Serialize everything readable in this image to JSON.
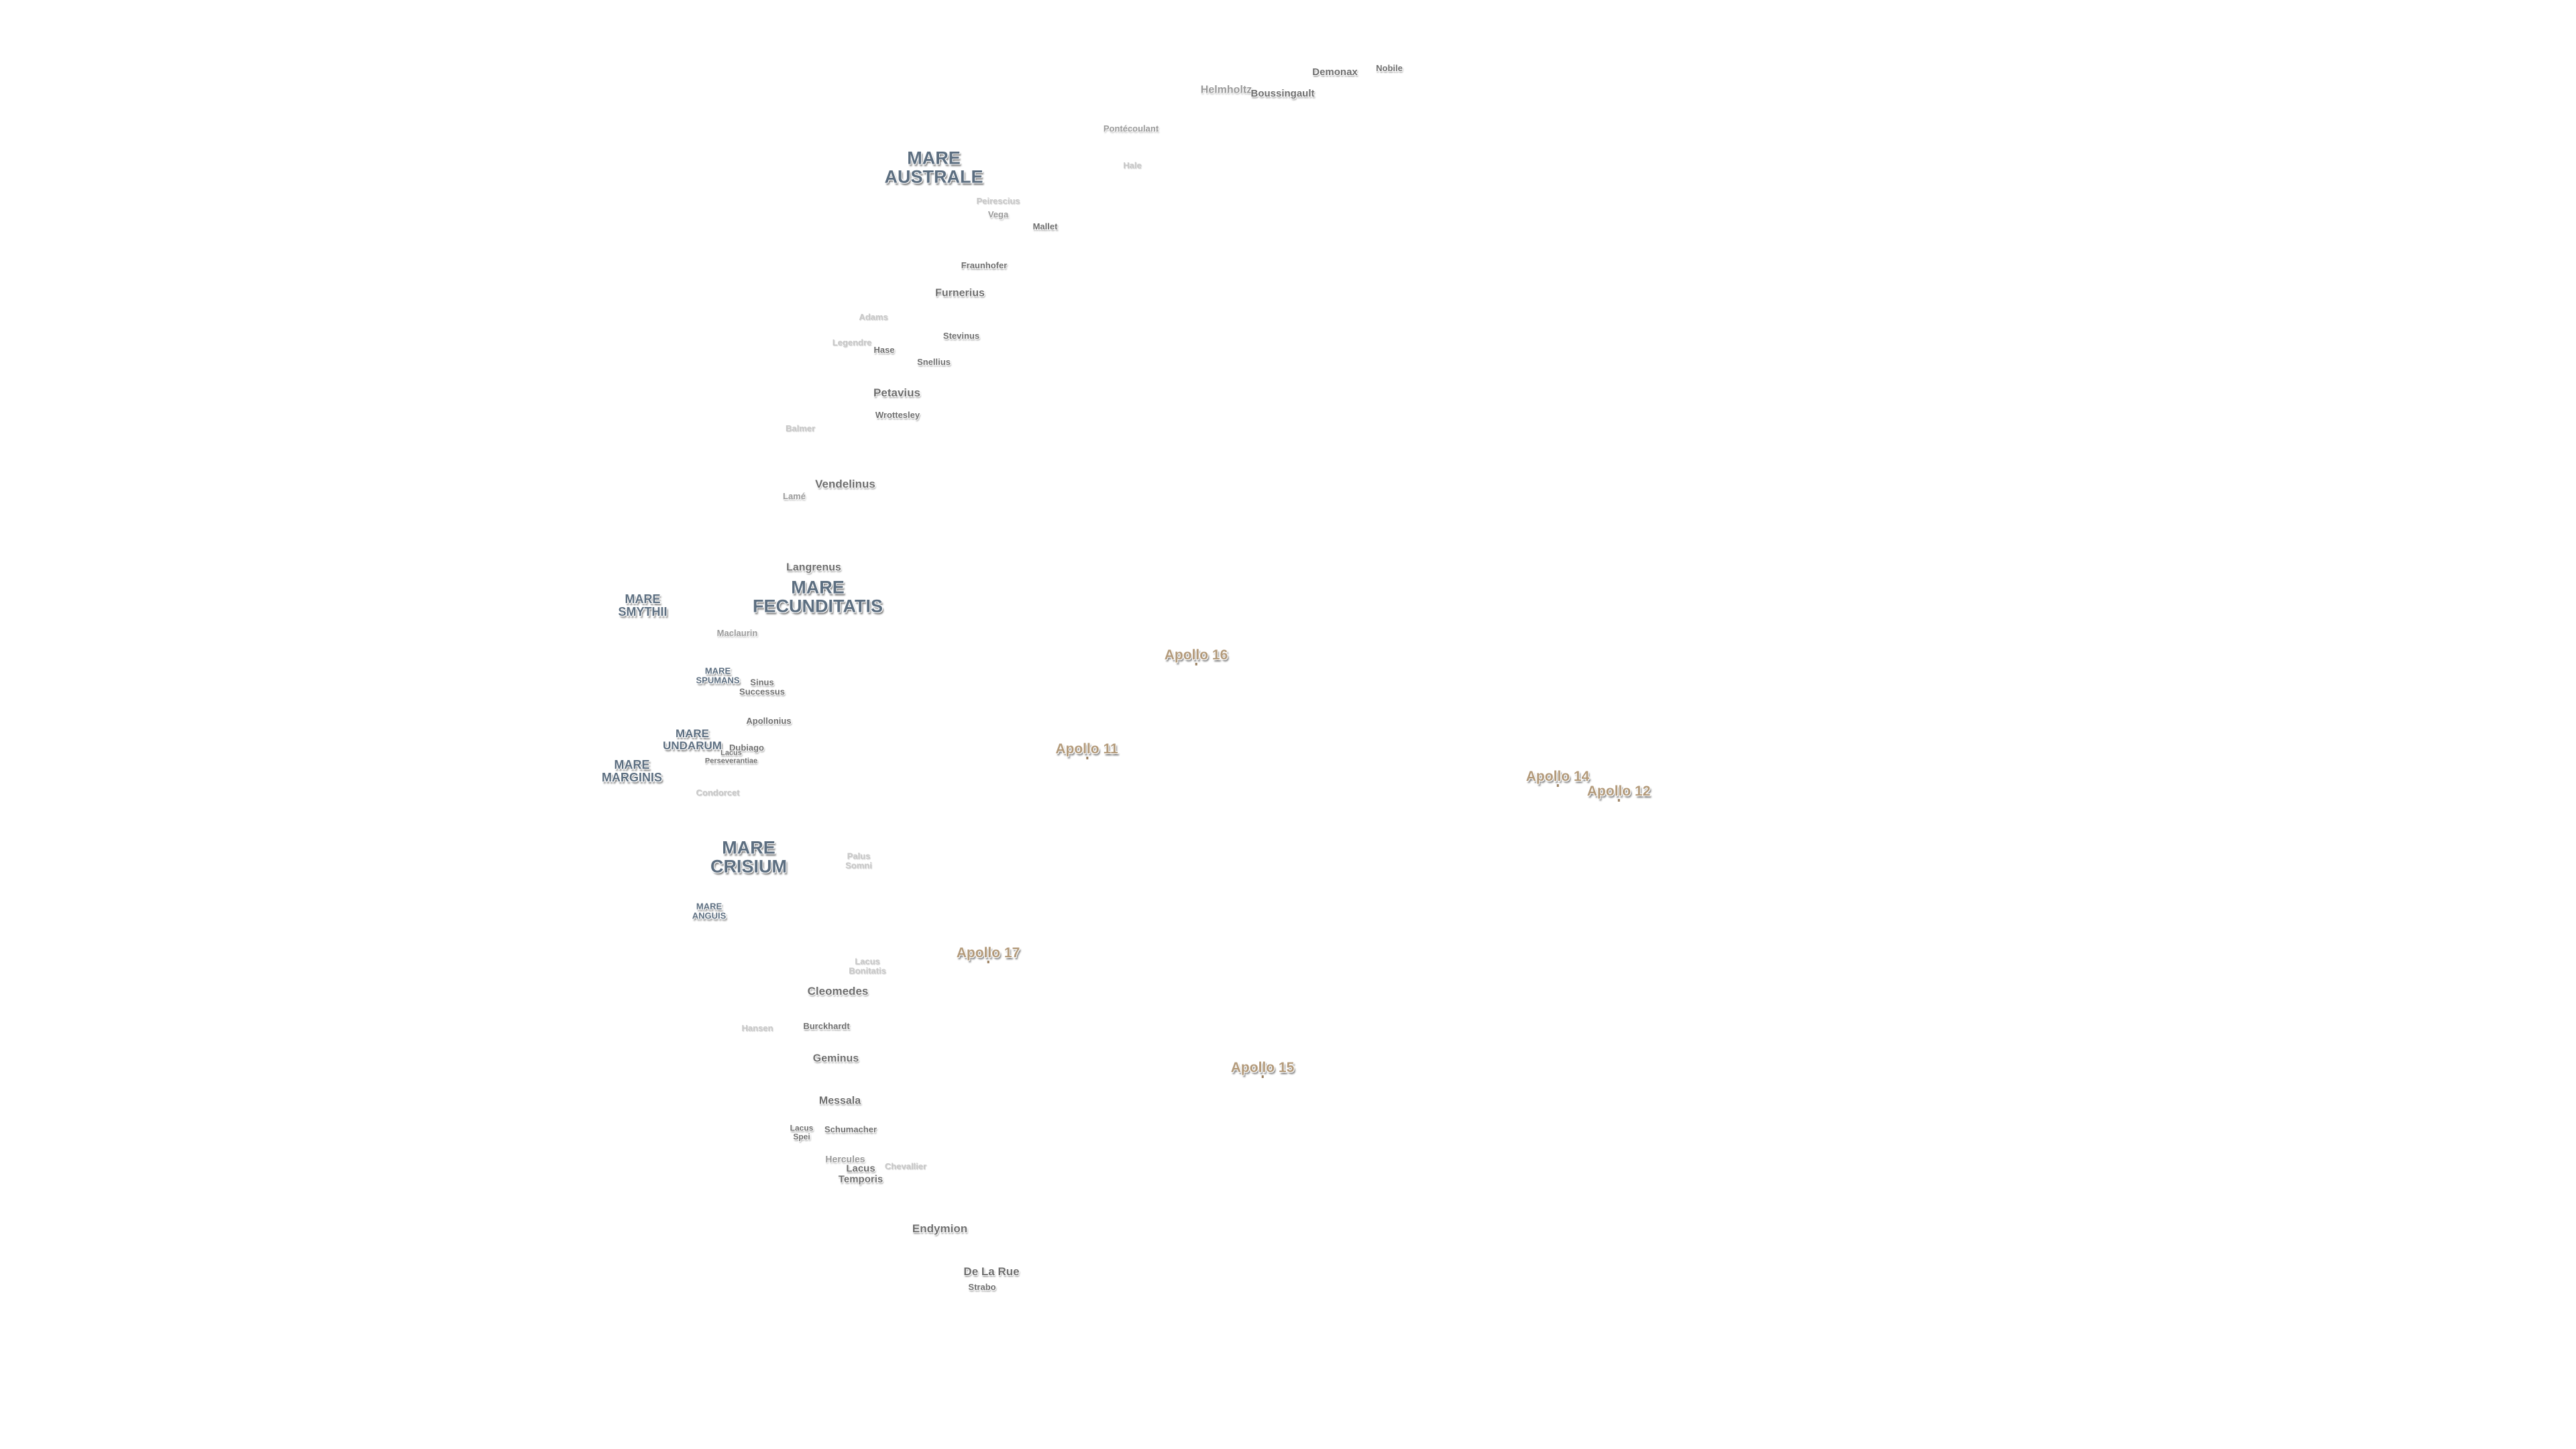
{
  "map": {
    "labels": [
      {
        "id": "mare-australe",
        "text": "MARE\nAUSTRALE",
        "kind": "mare"
      },
      {
        "id": "mare-fecunditatis",
        "text": "MARE\nFECUNDITATIS",
        "kind": "mare"
      },
      {
        "id": "mare-smythii",
        "text": "MARE\nSMYTHII",
        "kind": "mare-sm"
      },
      {
        "id": "mare-spumans",
        "text": "MARE\nSPUMANS",
        "kind": "mare-sm"
      },
      {
        "id": "mare-undarum",
        "text": "MARE\nUNDARUM",
        "kind": "mare-sm"
      },
      {
        "id": "mare-marginis",
        "text": "MARE\nMARGINIS",
        "kind": "mare-sm"
      },
      {
        "id": "mare-crisium",
        "text": "MARE\nCRISIUM",
        "kind": "mare"
      },
      {
        "id": "mare-anguis",
        "text": "MARE\nANGUIS",
        "kind": "mare-sm"
      },
      {
        "id": "demonax",
        "text": "Demonax",
        "kind": "crater-sm"
      },
      {
        "id": "nobile",
        "text": "Nobile",
        "kind": "crater-sm"
      },
      {
        "id": "helmholtz",
        "text": "Helmholtz",
        "kind": "crater-mid"
      },
      {
        "id": "boussingault",
        "text": "Boussingault",
        "kind": "crater-sm"
      },
      {
        "id": "pontecoulant",
        "text": "Pontécoulant",
        "kind": "crater-sm-mid"
      },
      {
        "id": "hale",
        "text": "Hale",
        "kind": "crater-faint"
      },
      {
        "id": "peirescius",
        "text": "Peirescius",
        "kind": "crater-faint"
      },
      {
        "id": "vega",
        "text": "Vega",
        "kind": "crater-sm-mid"
      },
      {
        "id": "mallet",
        "text": "Mallet",
        "kind": "crater-sm"
      },
      {
        "id": "fraunhofer",
        "text": "Fraunhofer",
        "kind": "crater-sm"
      },
      {
        "id": "furnerius",
        "text": "Furnerius",
        "kind": "crater"
      },
      {
        "id": "adams",
        "text": "Adams",
        "kind": "crater-faint"
      },
      {
        "id": "stevinus",
        "text": "Stevinus",
        "kind": "crater-sm"
      },
      {
        "id": "legendre",
        "text": "Legendre",
        "kind": "crater-faint"
      },
      {
        "id": "hase",
        "text": "Hase",
        "kind": "crater-sm"
      },
      {
        "id": "snellius",
        "text": "Snellius",
        "kind": "crater-sm"
      },
      {
        "id": "petavius",
        "text": "Petavius",
        "kind": "crater"
      },
      {
        "id": "wrottesley",
        "text": "Wrottesley",
        "kind": "crater-sm"
      },
      {
        "id": "balmer",
        "text": "Balmer",
        "kind": "crater-faint"
      },
      {
        "id": "vendelinus",
        "text": "Vendelinus",
        "kind": "crater"
      },
      {
        "id": "lame",
        "text": "Lamé",
        "kind": "crater-sm-mid"
      },
      {
        "id": "langrenus",
        "text": "Langrenus",
        "kind": "crater"
      },
      {
        "id": "maclaurin",
        "text": "Maclaurin",
        "kind": "crater-sm-mid"
      },
      {
        "id": "sinus-successus",
        "text": "Sinus\nSuccessus",
        "kind": "crater-sm"
      },
      {
        "id": "apollonius",
        "text": "Apollonius",
        "kind": "crater-sm"
      },
      {
        "id": "dubiago",
        "text": "Dubiago",
        "kind": "crater-sm"
      },
      {
        "id": "lacus-perseverantiae",
        "text": "Lacus\nPerseverantiae",
        "kind": "crater-sm"
      },
      {
        "id": "condorcet",
        "text": "Condorcet",
        "kind": "crater-faint"
      },
      {
        "id": "palus-somni",
        "text": "Palus\nSomni",
        "kind": "crater-faint"
      },
      {
        "id": "lacus-bonitatis",
        "text": "Lacus\nBonitatis",
        "kind": "crater-faint"
      },
      {
        "id": "cleomedes",
        "text": "Cleomedes",
        "kind": "crater"
      },
      {
        "id": "burckhardt",
        "text": "Burckhardt",
        "kind": "crater-sm"
      },
      {
        "id": "hansen",
        "text": "Hansen",
        "kind": "crater-faint"
      },
      {
        "id": "geminus",
        "text": "Geminus",
        "kind": "crater"
      },
      {
        "id": "messala",
        "text": "Messala",
        "kind": "crater"
      },
      {
        "id": "lacus-spei",
        "text": "Lacus\nSpei",
        "kind": "crater-sm"
      },
      {
        "id": "schumacher",
        "text": "Schumacher",
        "kind": "crater-sm"
      },
      {
        "id": "hercules",
        "text": "Hercules",
        "kind": "crater-mid"
      },
      {
        "id": "lacus-temporis",
        "text": "Lacus\nTemporis",
        "kind": "crater"
      },
      {
        "id": "chevallier",
        "text": "Chevallier",
        "kind": "crater-faint"
      },
      {
        "id": "endymion",
        "text": "Endymion",
        "kind": "crater"
      },
      {
        "id": "de-la-rue",
        "text": "De La Rue",
        "kind": "crater"
      },
      {
        "id": "strabo",
        "text": "Strabo",
        "kind": "crater-sm"
      },
      {
        "id": "apollo-16",
        "text": "Apollo 16",
        "kind": "apollo"
      },
      {
        "id": "apollo-11",
        "text": "Apollo 11",
        "kind": "apollo"
      },
      {
        "id": "apollo-14",
        "text": "Apollo 14",
        "kind": "apollo"
      },
      {
        "id": "apollo-12",
        "text": "Apollo 12",
        "kind": "apollo"
      },
      {
        "id": "apollo-17",
        "text": "Apollo 17",
        "kind": "apollo"
      },
      {
        "id": "apollo-15",
        "text": "Apollo 15",
        "kind": "apollo"
      }
    ]
  }
}
